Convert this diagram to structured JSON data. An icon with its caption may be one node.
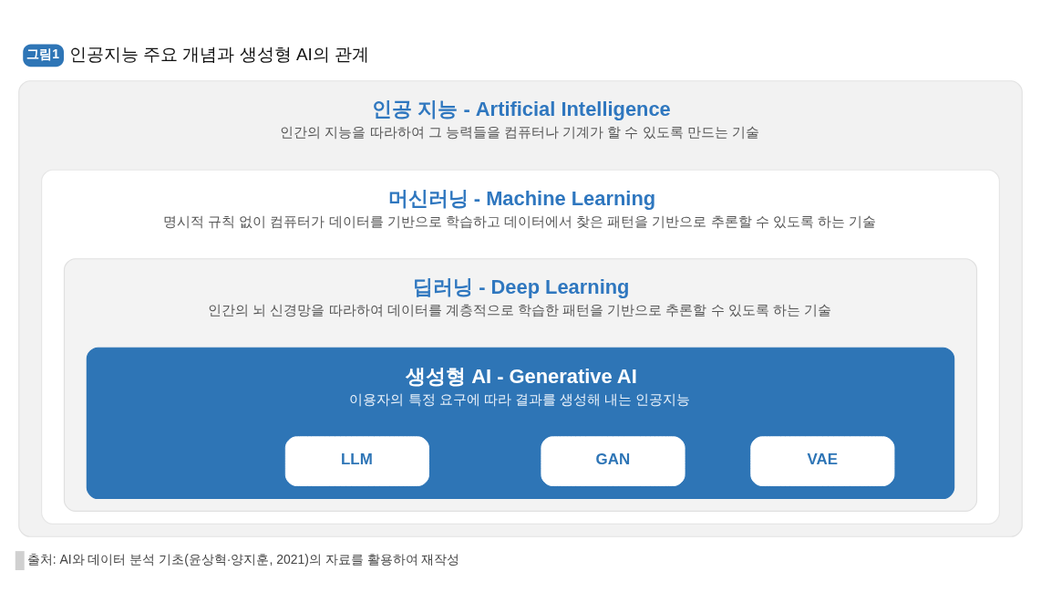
{
  "diagram": {
    "title": "인공지능 주요 개념과 생성형 AI의 관계",
    "caption": "출처: AI와 데이터 분석 기초(윤상혁·양지훈, 2021)의 자료를 활용하여 재작성",
    "nodes": [
      {
        "text": [
          "인공 지능 - Artificial Intelligence",
          "인간의 지능을 따라하여 그 능력들을 컴퓨터나 기계가 할 수 있도록 만드는 기술"
        ]
      },
      {
        "text": [
          "머신러닝 - Machine Learning",
          "명시적 규칙 없이 컴퓨터가 데이터를 기반으로 학습하고 데이터에서 찾은 패턴을 기반으로 추론할 수 있도록 하는 기술"
        ],
        "in": 0
      },
      {
        "text": [
          "딥러닝 - Deep Learning",
          "인간의 뇌 신경망을 따라하여 데이터를 계층적으로 학습한 패턴을 기반으로 추론할 수 있도록 하는 기술"
        ],
        "in": 1
      },
      {
        "text": [
          "생성형 AI - Generative AI",
          "이용자의 특정 요구에 따라 결과를 생성해 내는 인공지능"
        ],
        "in": 2
      },
      {
        "text": [
          "LLM"
        ],
        "in": 3
      },
      {
        "text": [
          "GAN"
        ],
        "in": 3
      },
      {
        "text": [
          "VAE"
        ],
        "in": 3
      }
    ],
    "labels": [
      "그림1"
    ]
  }
}
